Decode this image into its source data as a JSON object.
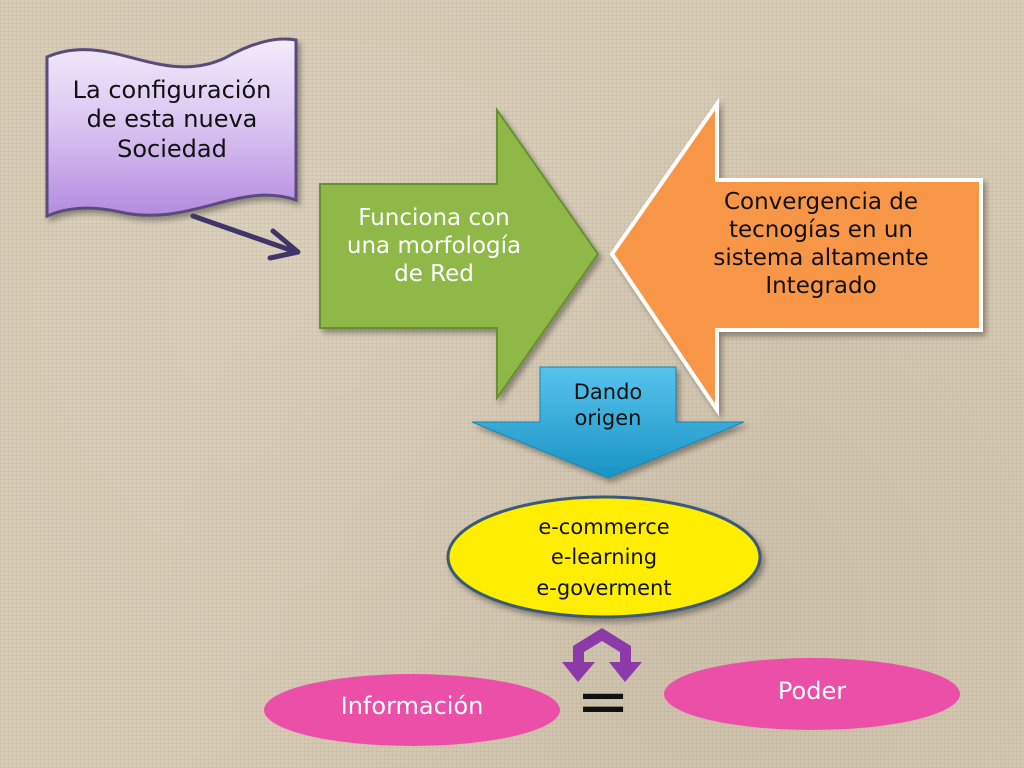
{
  "colors": {
    "background": "#d7cbb5",
    "scroll_fill": "#c6a8e8",
    "scroll_stroke": "#5a4b7a",
    "green_arrow": "#8fb84a",
    "green_stroke": "#5f7f2c",
    "orange_arrow": "#f79646",
    "down_arrow": "#2aa8d8",
    "ellipse_fill": "#ffee00",
    "ellipse_stroke": "#3b5a78",
    "pink": "#ec4fa8",
    "purple": "#8b3aa8",
    "connector": "#3f3566"
  },
  "diagram": {
    "scroll": {
      "lines": [
        "La configuración",
        "de esta nueva",
        "Sociedad"
      ]
    },
    "green_arrow": {
      "lines": [
        "Funciona con",
        "una morfología",
        "de Red"
      ]
    },
    "orange_arrow": {
      "lines": [
        "Convergencia de",
        "tecnogías en un",
        "sistema altamente",
        "Integrado"
      ]
    },
    "down_arrow": {
      "lines": [
        "Dando",
        "origen"
      ]
    },
    "ellipse": {
      "lines": [
        "e-commerce",
        "e-learning",
        "e-goverment"
      ]
    },
    "left_oval": {
      "label": "Información"
    },
    "right_oval": {
      "label": "Poder"
    },
    "equals": {
      "symbol": "="
    }
  }
}
